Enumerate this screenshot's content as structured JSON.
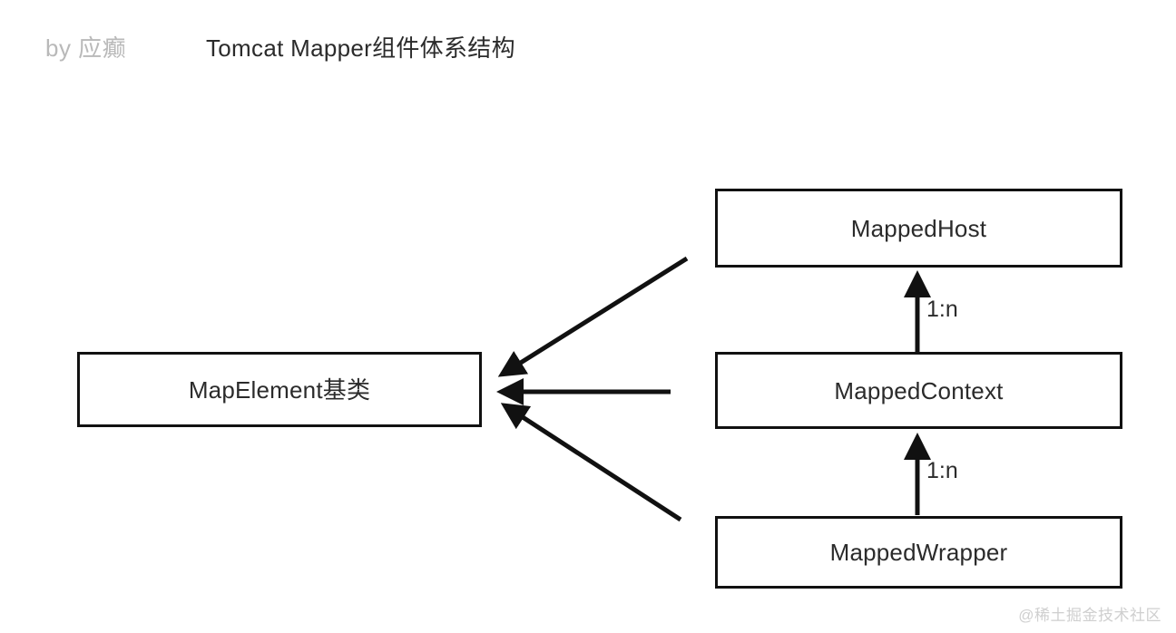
{
  "header": {
    "byline": "by 应癫",
    "title": "Tomcat Mapper组件体系结构"
  },
  "diagram": {
    "type": "class-hierarchy",
    "nodes": [
      {
        "id": "mapelement",
        "label": "MapElement基类"
      },
      {
        "id": "mappedhost",
        "label": "MappedHost"
      },
      {
        "id": "mappedcontext",
        "label": "MappedContext"
      },
      {
        "id": "mappedwrapper",
        "label": "MappedWrapper"
      }
    ],
    "edges": [
      {
        "id": "host-to-base",
        "from": "mappedhost",
        "to": "mapelement",
        "style": "diagonal",
        "label": ""
      },
      {
        "id": "context-to-base",
        "from": "mappedcontext",
        "to": "mapelement",
        "style": "horizontal",
        "label": ""
      },
      {
        "id": "wrapper-to-base",
        "from": "mappedwrapper",
        "to": "mapelement",
        "style": "diagonal",
        "label": ""
      },
      {
        "id": "context-to-host",
        "from": "mappedcontext",
        "to": "mappedhost",
        "style": "vertical",
        "label": "1:n"
      },
      {
        "id": "wrapper-to-context",
        "from": "mappedwrapper",
        "to": "mappedcontext",
        "style": "vertical",
        "label": "1:n"
      }
    ],
    "multiplicity": {
      "host_context": "1:n",
      "context_wrapper": "1:n"
    }
  },
  "watermark": "@稀土掘金技术社区",
  "colors": {
    "background": "#ffffff",
    "stroke": "#111111",
    "text": "#2b2b2b",
    "byline": "#b9b9b9",
    "watermark": "#cfcfcf"
  }
}
